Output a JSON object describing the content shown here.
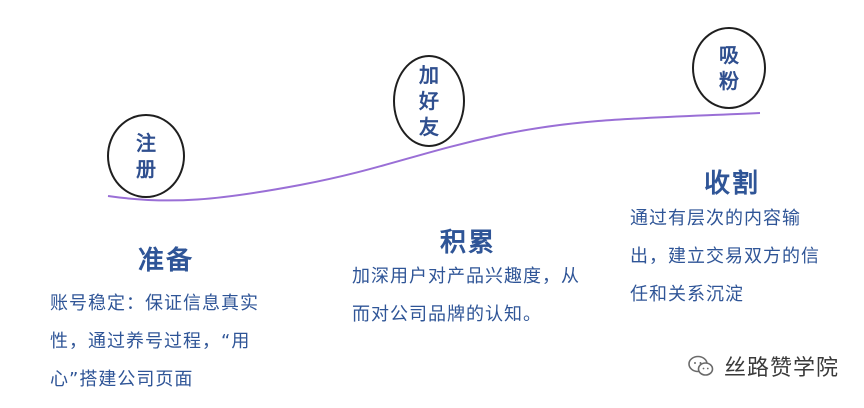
{
  "stages": [
    {
      "bubble": "注册",
      "title": "准备",
      "description": "账号稳定：保证信息真实性，通过养号过程，“用心”搭建公司页面"
    },
    {
      "bubble": "加好友",
      "title": "积累",
      "description": "加深用户对产品兴趣度，从而对公司品牌的认知。"
    },
    {
      "bubble": "吸粉",
      "title": "收割",
      "description": "通过有层次的内容输出，建立交易双方的信任和关系沉淀"
    }
  ],
  "watermark": {
    "text": "丝路赞学院",
    "icon": "wechat-icon"
  },
  "colors": {
    "curve": "#9a6fd6",
    "text": "#2f5597",
    "bubble_border": "#1f1f1f"
  }
}
